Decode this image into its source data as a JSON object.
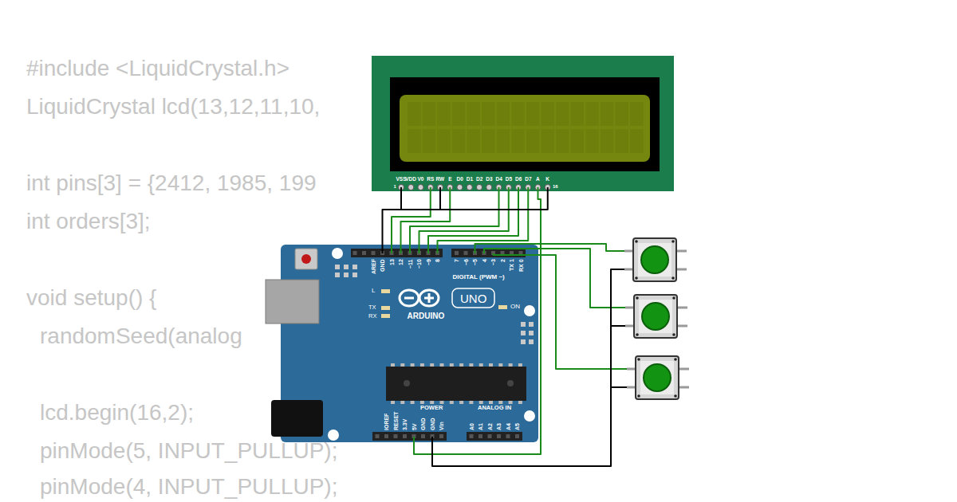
{
  "diagram": {
    "labels": [
      "#include <LiquidCrystal.h>",
      "LiquidCrystal lcd(13,12,11,10,",
      "int pins[3] = {2412, 1985, 199",
      "int orders[3];",
      "void setup() {",
      "randomSeed(analog",
      "lcd.begin(16,2);",
      "pinMode(5, INPUT_PULLUP);",
      "pinMode(4, INPUT_PULLUP);",
      "VSS",
      "VDD",
      "V0",
      "RS",
      "RW",
      "E",
      "D0",
      "D1",
      "D2",
      "D3",
      "D4",
      "D5",
      "D6",
      "D7",
      "A",
      "K",
      "1",
      "16",
      "AREF",
      "GND",
      "13",
      "12",
      "~11",
      "~10",
      "~9",
      "8",
      "7",
      "~6",
      "~5",
      "4",
      "~3",
      "2",
      "TX 1",
      "RX 0",
      "DIGITAL (PWM ~)",
      "L",
      "TX",
      "RX",
      "UNO",
      "ARDUINO",
      "ON",
      "IOREF",
      "RESET",
      "3.3V",
      "5V",
      "GND",
      "GND",
      "Vin",
      "POWER",
      "ANALOG IN",
      "A0",
      "A1",
      "A2",
      "A3",
      "A4",
      "A5"
    ]
  }
}
